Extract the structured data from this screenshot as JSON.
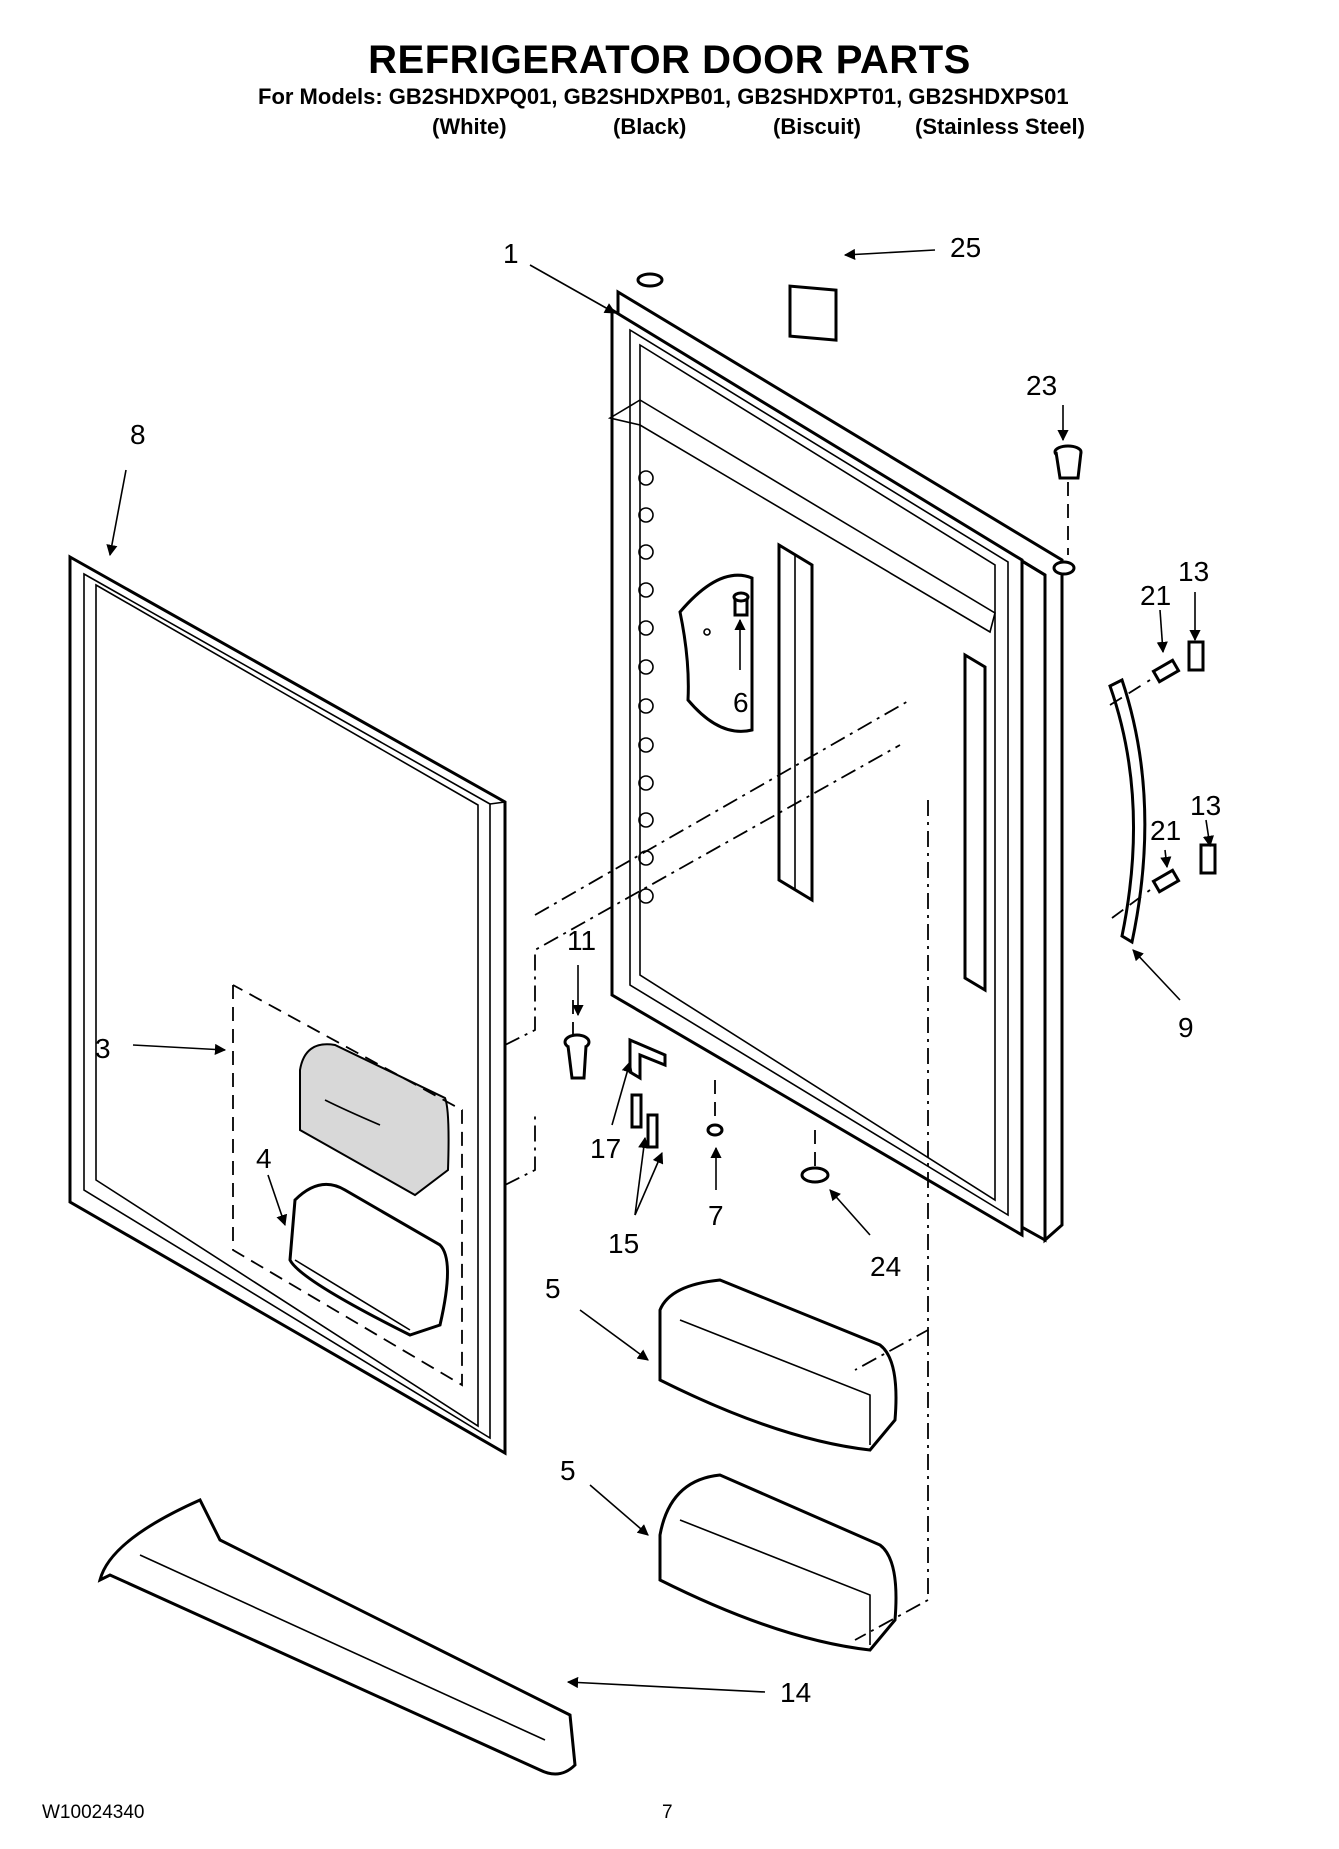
{
  "header": {
    "title": "REFRIGERATOR DOOR PARTS",
    "models_line": "For Models: GB2SHDXPQ01, GB2SHDXPB01, GB2SHDXPT01, GB2SHDXPS01",
    "variants": [
      "(White)",
      "(Black)",
      "(Biscuit)",
      "(Stainless Steel)"
    ]
  },
  "callouts": {
    "c1": "1",
    "c25": "25",
    "c23": "23",
    "c8": "8",
    "c13a": "13",
    "c21a": "21",
    "c6": "6",
    "c13b": "13",
    "c21b": "21",
    "c11": "11",
    "c3": "3",
    "c9": "9",
    "c4": "4",
    "c17": "17",
    "c7": "7",
    "c15": "15",
    "c24": "24",
    "c5a": "5",
    "c5b": "5",
    "c14": "14"
  },
  "footer": {
    "doc_id": "W10024340",
    "page": "7"
  }
}
